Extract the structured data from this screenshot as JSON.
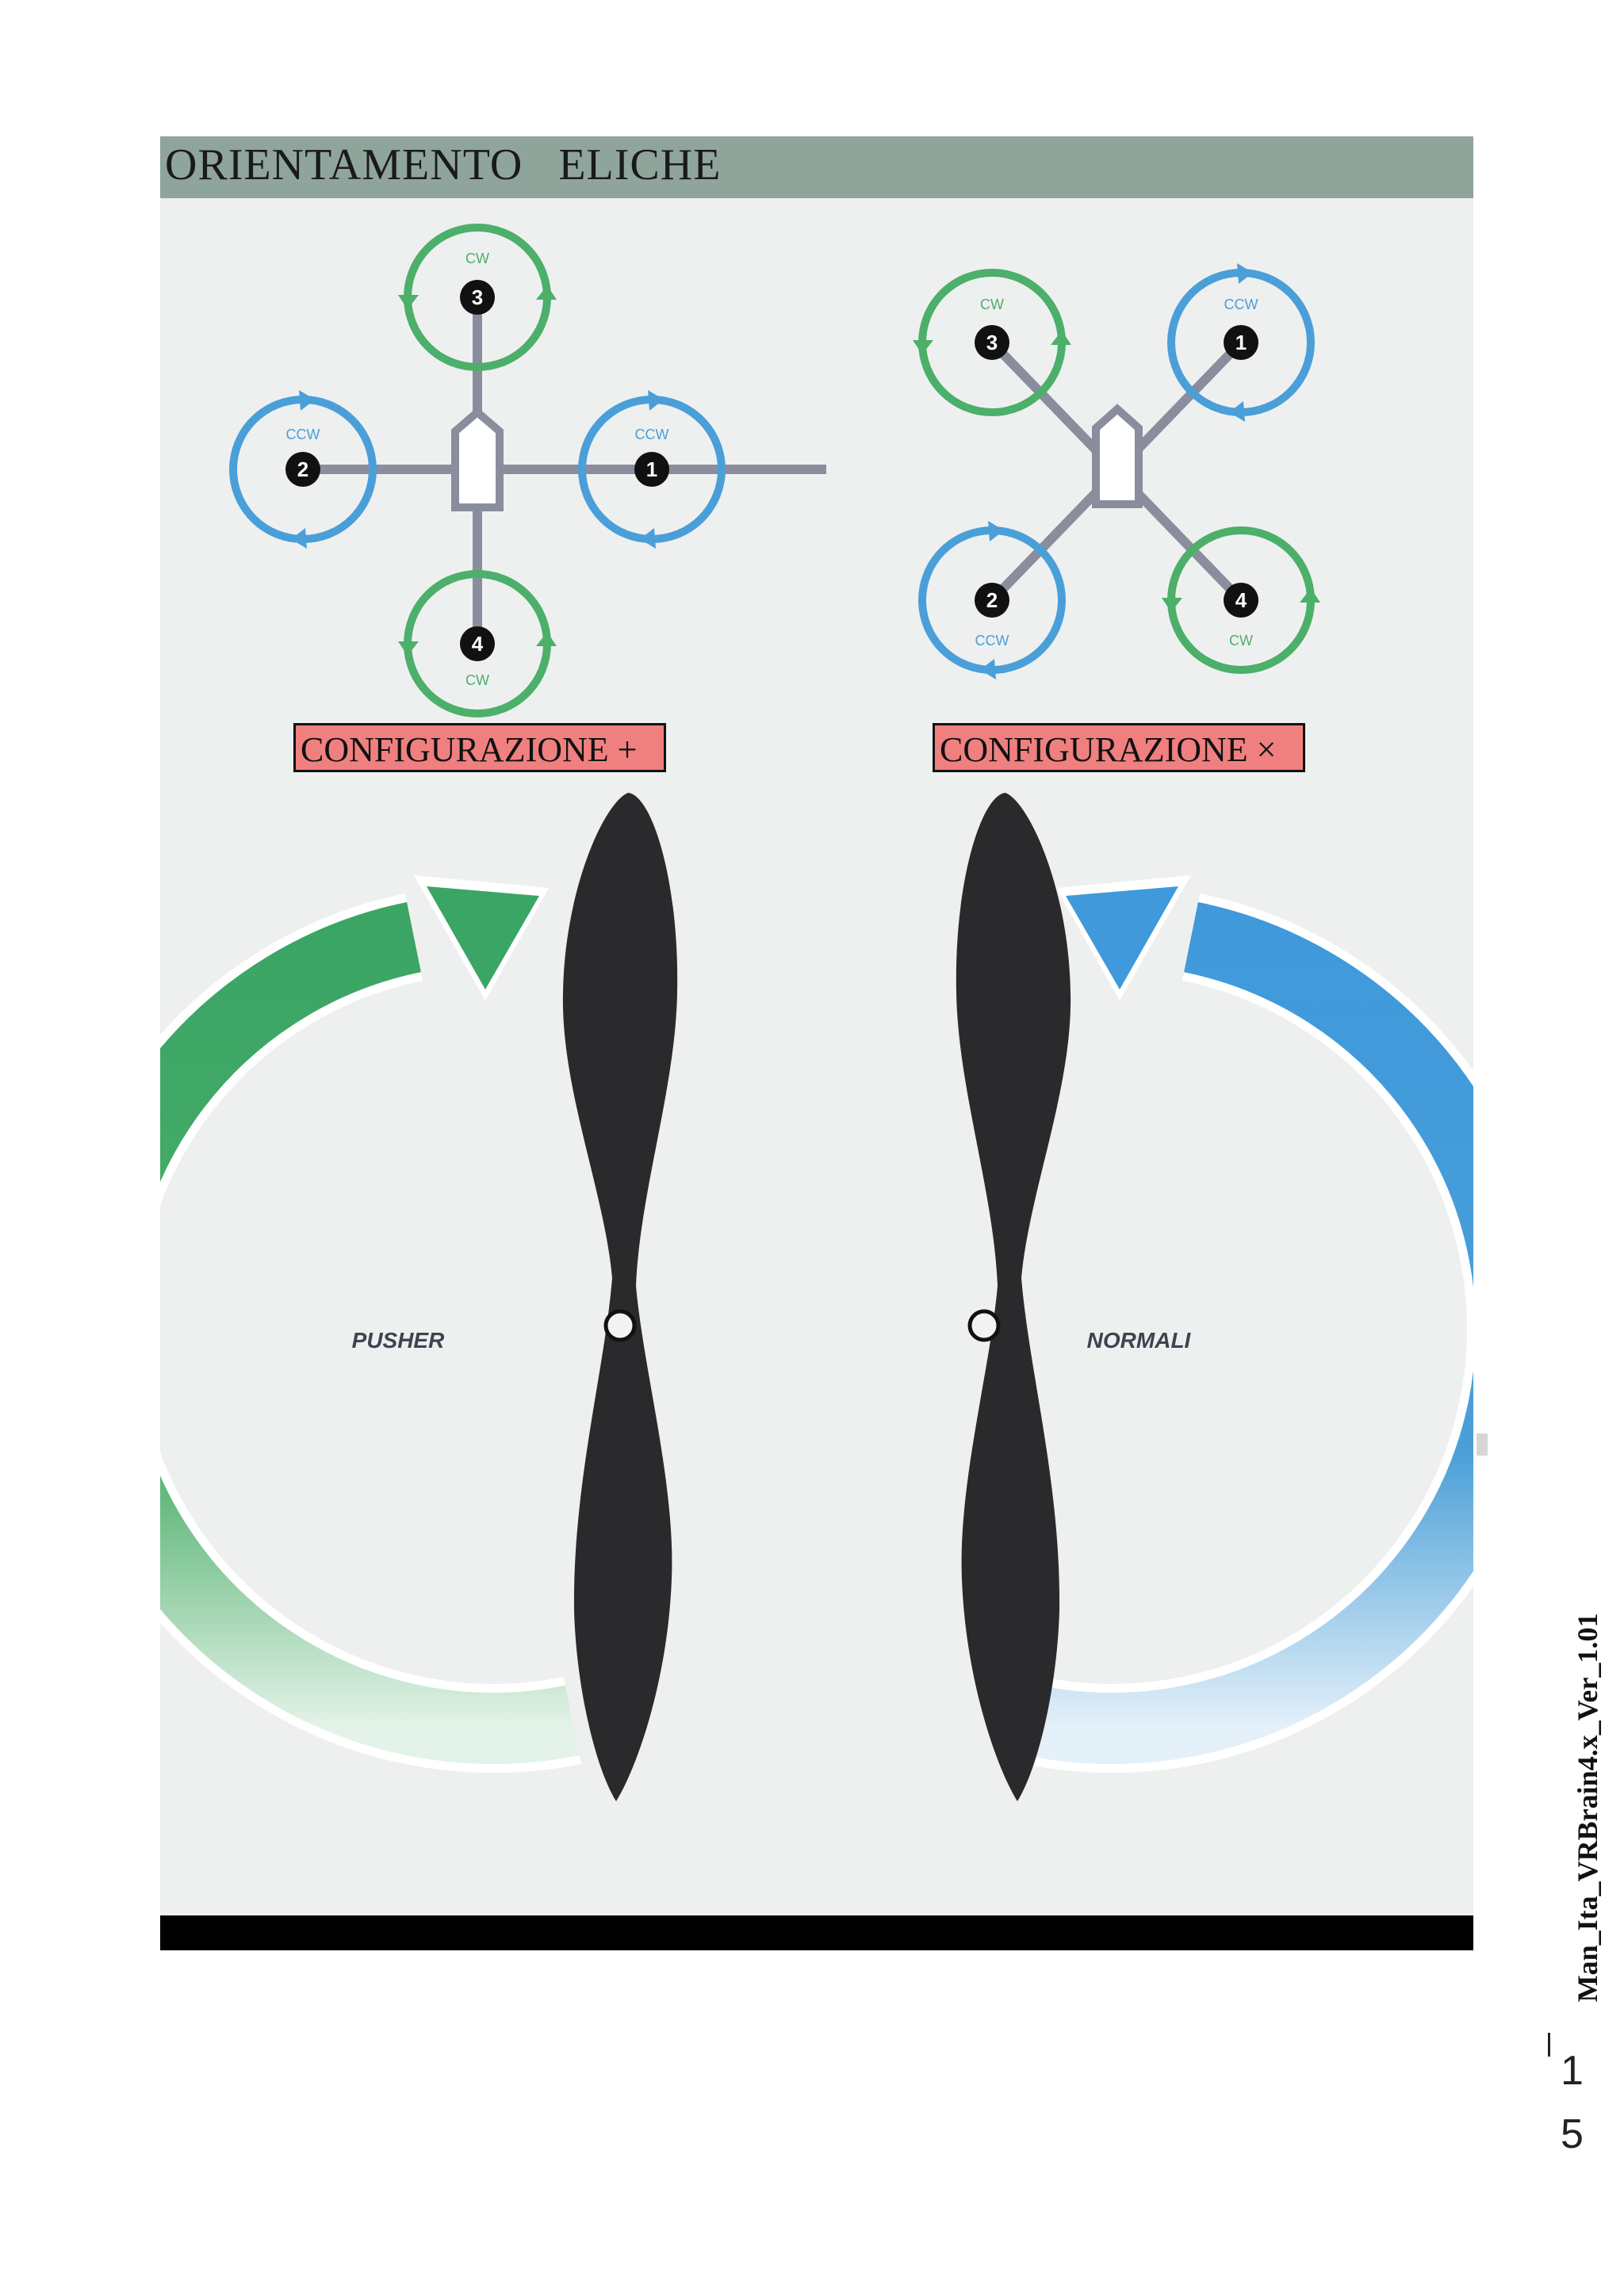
{
  "header": {
    "title": "ORIENTAMENTO   ELICHE"
  },
  "configs": [
    {
      "label": "CONFIGURAZIONE +",
      "motors": [
        {
          "id": "1",
          "rotation": "CCW"
        },
        {
          "id": "2",
          "rotation": "CCW"
        },
        {
          "id": "3",
          "rotation": "CW"
        },
        {
          "id": "4",
          "rotation": "CW"
        }
      ]
    },
    {
      "label": "CONFIGURAZIONE ×",
      "motors": [
        {
          "id": "1",
          "rotation": "CCW"
        },
        {
          "id": "2",
          "rotation": "CCW"
        },
        {
          "id": "3",
          "rotation": "CW"
        },
        {
          "id": "4",
          "rotation": "CW"
        }
      ]
    }
  ],
  "propellers": {
    "pusher_label": "PUSHER",
    "normal_label": "NORMALI"
  },
  "colors": {
    "cw": "#4caf6a",
    "ccw": "#4a9fd8",
    "banner": "#8fa59c",
    "label_bg": "#f08080"
  },
  "footer": {
    "doc_id": "Man_Ita_VRBrain4.x_Ver_1.01",
    "page_digits": [
      "1",
      "5"
    ]
  }
}
